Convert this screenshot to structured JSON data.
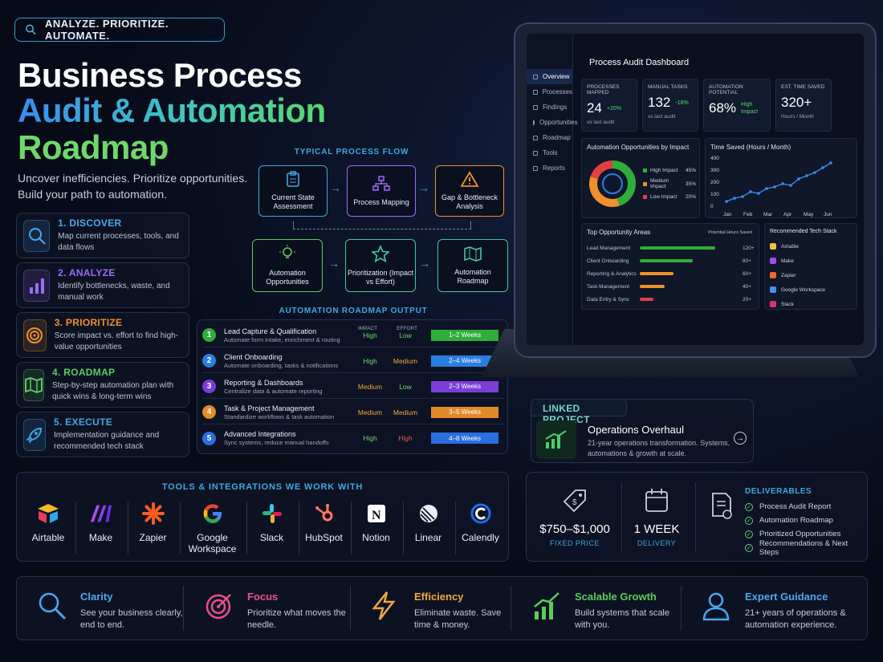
{
  "badge": "ANALYZE. PRIORITIZE. AUTOMATE.",
  "title": {
    "line1": "Business Process",
    "line2": "Audit & Automation",
    "line3": "Roadmap"
  },
  "subtitle": "Uncover inefficiencies. Prioritize opportunities. Build your path to automation.",
  "steps": [
    {
      "title": "1. DISCOVER",
      "desc": "Map current processes, tools, and data flows",
      "color": "#4aa8f0",
      "icon": "search-icon"
    },
    {
      "title": "2. ANALYZE",
      "desc": "Identify bottlenecks, waste, and manual work",
      "color": "#9a6cf5",
      "icon": "bar-chart-icon"
    },
    {
      "title": "3. PRIORITIZE",
      "desc": "Score impact vs. effort to find high-value opportunities",
      "color": "#f0902a",
      "icon": "target-icon"
    },
    {
      "title": "4. ROADMAP",
      "desc": "Step-by-step automation plan with quick wins & long-term wins",
      "color": "#5ccc5a",
      "icon": "map-icon"
    },
    {
      "title": "5. EXECUTE",
      "desc": "Implementation guidance and recommended tech stack",
      "color": "#3ea8e0",
      "icon": "rocket-icon"
    }
  ],
  "flow": {
    "title": "TYPICAL PROCESS FLOW",
    "boxes": [
      "Current State Assessment",
      "Process Mapping",
      "Gap & Bottleneck Analysis",
      "Automation Opportunities",
      "Prioritization (Impact vs Effort)",
      "Automation Roadmap"
    ]
  },
  "roadmap": {
    "title": "AUTOMATION ROADMAP OUTPUT",
    "impact_label": "IMPACT",
    "effort_label": "EFFORT",
    "rows": [
      {
        "n": "1",
        "title": "Lead Capture & Qualification",
        "desc": "Automate form intake, enrichment & routing",
        "impact": "High",
        "effort": "Low",
        "weeks": "1–2 Weeks",
        "color": "#2fae3a",
        "ic": "#6fd86a",
        "ec": "#6fd86a"
      },
      {
        "n": "2",
        "title": "Client Onboarding",
        "desc": "Automate onboarding, tasks & notifications",
        "impact": "High",
        "effort": "Medium",
        "weeks": "2–4 Weeks",
        "color": "#2a7ee0",
        "ic": "#6fd86a",
        "ec": "#f0a83a"
      },
      {
        "n": "3",
        "title": "Reporting & Dashboards",
        "desc": "Centralize data & automate reporting",
        "impact": "Medium",
        "effort": "Low",
        "weeks": "2–3 Weeks",
        "color": "#7a3ed8",
        "ic": "#f0a83a",
        "ec": "#6fd86a"
      },
      {
        "n": "4",
        "title": "Task & Project Management",
        "desc": "Standardize workflows & task automation",
        "impact": "Medium",
        "effort": "Medium",
        "weeks": "3–5 Weeks",
        "color": "#e08a2a",
        "ic": "#f0a83a",
        "ec": "#f0a83a"
      },
      {
        "n": "5",
        "title": "Advanced Integrations",
        "desc": "Sync systems, reduce manual handoffs",
        "impact": "High",
        "effort": "High",
        "weeks": "4–8 Weeks",
        "color": "#2a6ee0",
        "ic": "#6fd86a",
        "ec": "#f05050"
      }
    ]
  },
  "dashboard": {
    "title": "Process Audit Dashboard",
    "nav": [
      "Overview",
      "Processes",
      "Findings",
      "Opportunities",
      "Roadmap",
      "Tools",
      "Reports"
    ],
    "kpis": [
      {
        "label": "PROCESSES MAPPED",
        "value": "24",
        "delta": "+20%",
        "note": "vs last audit"
      },
      {
        "label": "MANUAL TASKS",
        "value": "132",
        "delta": "-18%",
        "note": "vs last audit"
      },
      {
        "label": "AUTOMATION POTENTIAL",
        "value": "68%",
        "delta": "High Impact",
        "note": ""
      },
      {
        "label": "EST. TIME SAVED",
        "value": "320+",
        "delta": "",
        "note": "Hours / Month"
      }
    ],
    "donut": {
      "title": "Automation Opportunities by Impact",
      "items": [
        {
          "label": "High Impact",
          "pct": "45%",
          "color": "#2fae3a"
        },
        {
          "label": "Medium Impact",
          "pct": "35%",
          "color": "#f0902a"
        },
        {
          "label": "Low Impact",
          "pct": "20%",
          "color": "#e04040"
        }
      ]
    },
    "line": {
      "title": "Time Saved (Hours / Month)",
      "yticks": [
        "400",
        "300",
        "200",
        "100",
        "0"
      ],
      "months": [
        "Jan",
        "Feb",
        "Mar",
        "Apr",
        "May",
        "Jun"
      ]
    },
    "areas": {
      "title": "Top Opportunity Areas",
      "col": "Potential Hours Saved",
      "rows": [
        {
          "label": "Lead Management",
          "value": "120+",
          "color": "#2fae3a",
          "w": 85
        },
        {
          "label": "Client Onboarding",
          "value": "80+",
          "color": "#2fae3a",
          "w": 60
        },
        {
          "label": "Reporting & Analytics",
          "value": "60+",
          "color": "#f0902a",
          "w": 38
        },
        {
          "label": "Task Management",
          "value": "40+",
          "color": "#f0902a",
          "w": 28
        },
        {
          "label": "Data Entry & Sync",
          "value": "20+",
          "color": "#e04040",
          "w": 15
        }
      ]
    },
    "stack": {
      "title": "Recommended Tech Stack",
      "items": [
        "Airtable",
        "Make",
        "Zapier",
        "Google Workspace",
        "Slack"
      ]
    }
  },
  "linked": {
    "label": "LINKED PROJECT",
    "title": "Operations Overhaul",
    "desc": "21-year operations transformation. Systems, automations & growth at scale."
  },
  "tools": {
    "title": "TOOLS & INTEGRATIONS WE WORK WITH",
    "items": [
      "Airtable",
      "Make",
      "Zapier",
      "Google Workspace",
      "Slack",
      "HubSpot",
      "Notion",
      "Linear",
      "Calendly"
    ]
  },
  "pricing": {
    "price": "$750–$1,000",
    "price_label": "FIXED PRICE",
    "delivery": "1 WEEK",
    "delivery_label": "DELIVERY",
    "deliverables_title": "DELIVERABLES",
    "deliverables": [
      "Process Audit Report",
      "Automation Roadmap",
      "Prioritized Opportunities",
      "Recommendations & Next Steps"
    ]
  },
  "features": [
    {
      "title": "Clarity",
      "desc": "See your business clearly, end to end.",
      "color": "#4aa8f0"
    },
    {
      "title": "Focus",
      "desc": "Prioritize what moves the needle.",
      "color": "#e8508a"
    },
    {
      "title": "Efficiency",
      "desc": "Eliminate waste. Save time & money.",
      "color": "#f0a83a"
    },
    {
      "title": "Scalable Growth",
      "desc": "Build systems that scale with you.",
      "color": "#5ccc5a"
    },
    {
      "title": "Expert Guidance",
      "desc": "21+ years of operations & automation experience.",
      "color": "#4aa8f0"
    }
  ]
}
